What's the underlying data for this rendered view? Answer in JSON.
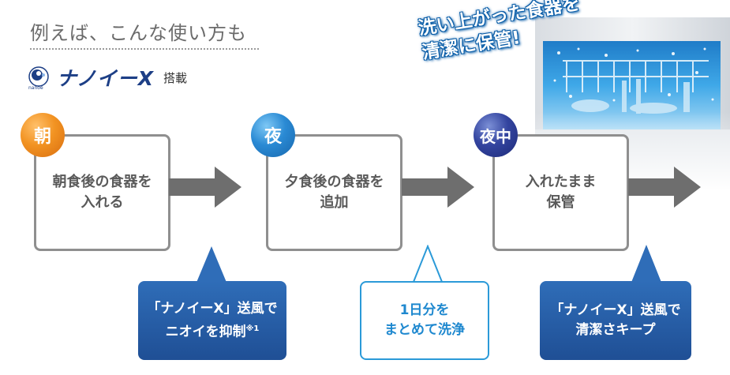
{
  "heading": "例えば、こんな使い方も",
  "nanoe": {
    "logo_text": "nanoe",
    "name": "ナノイーX",
    "suffix": "搭載"
  },
  "callout": {
    "line1": "洗い上がった食器を",
    "line2": "清潔に保管!"
  },
  "steps": [
    {
      "badge": "朝",
      "line1": "朝食後の食器を",
      "line2": "入れる"
    },
    {
      "badge": "夜",
      "line1": "夕食後の食器を",
      "line2": "追加"
    },
    {
      "badge": "夜中",
      "line1": "入れたまま",
      "line2": "保管"
    }
  ],
  "bubbles": [
    {
      "line1": "「ナノイーX」送風で",
      "line2": "ニオイを抑制",
      "note": "※1"
    },
    {
      "line1": "1日分を",
      "line2": "まとめて洗浄"
    },
    {
      "line1": "「ナノイーX」送風で",
      "line2": "清潔さキープ"
    }
  ],
  "colors": {
    "morning": "#f29322",
    "night": "#2a8ad4",
    "midnight": "#33449f",
    "bubble_dark": "#1f4f95",
    "bubble_light_border": "#2b9ad8",
    "arrow": "#6e6e6e"
  }
}
